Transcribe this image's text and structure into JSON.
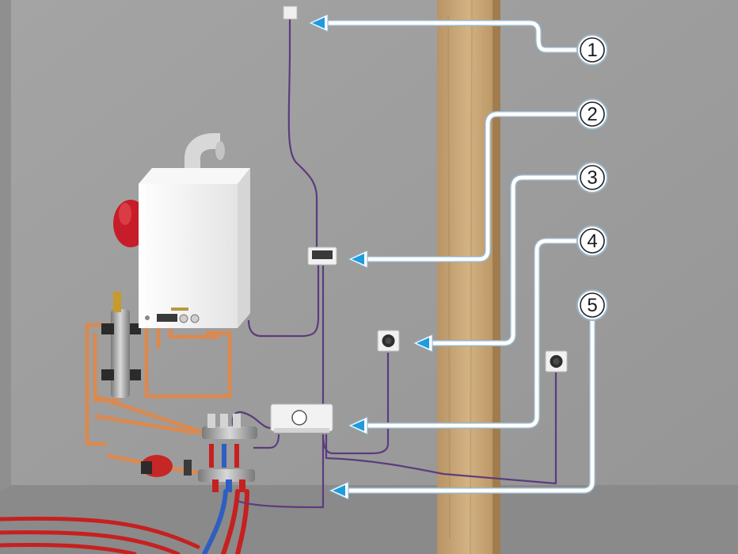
{
  "diagram": {
    "callouts": [
      {
        "number": "1",
        "target": "room-sensor"
      },
      {
        "number": "2",
        "target": "wall-control-panel"
      },
      {
        "number": "3",
        "target": "thermostat-left"
      },
      {
        "number": "4",
        "target": "wiring-hub"
      },
      {
        "number": "5",
        "target": "floor-wiring"
      }
    ],
    "colors": {
      "wall": "#9c9c9c",
      "floor": "#8c8c8c",
      "beam": "#c9a878",
      "wire": "#5b3c7e",
      "copper": "#d98a52",
      "hot_pipe": "#c62020",
      "cold_pipe": "#2e5fc0",
      "arrow_fill": "#ffffff",
      "arrow_head": "#1f9be0"
    }
  }
}
